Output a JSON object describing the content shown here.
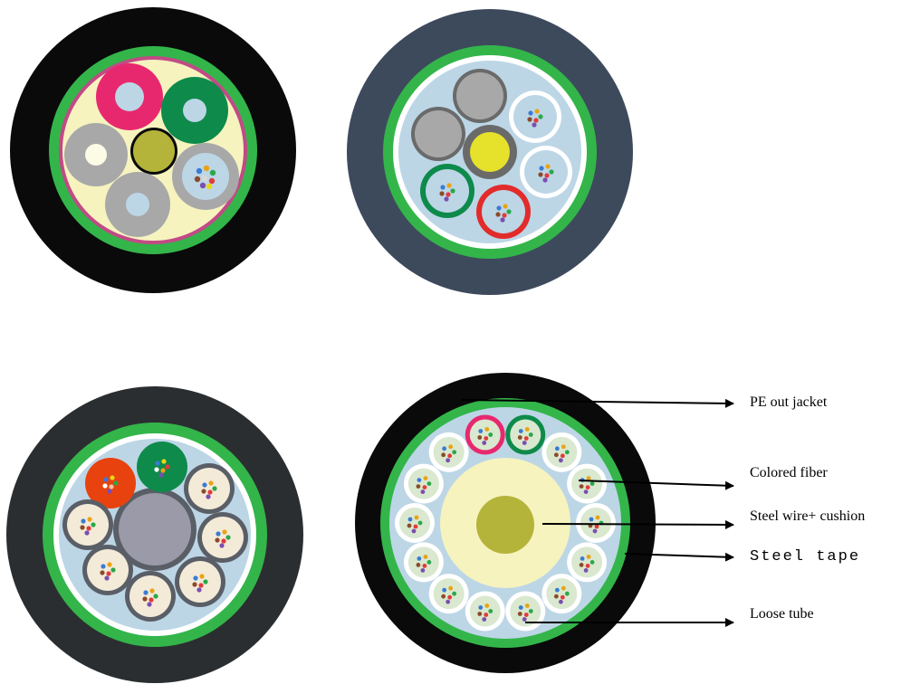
{
  "labels": {
    "pe_out_jacket": "PE out jacket",
    "colored_fiber": "Colored fiber",
    "steel_wire_cushion": "Steel wire+ cushion",
    "steel_tape": "Steel tape",
    "loose_tube": "Loose tube"
  },
  "colors": {
    "jacket_black": "#0a0a0a",
    "jacket_slate": "#3d4a5c",
    "jacket_dark": "#2b2e30",
    "green_armor": "#33b54a",
    "pink": "#e8286e",
    "dark_green": "#0e8a4a",
    "gray_filler": "#a8a8a8",
    "yellow_core": "#b5b43a",
    "light_blue": "#bcd6e6",
    "cream": "#f6f3bf",
    "red": "#e22b2b",
    "orange_red": "#e8420f",
    "tube_beige": "#f3ead8"
  }
}
